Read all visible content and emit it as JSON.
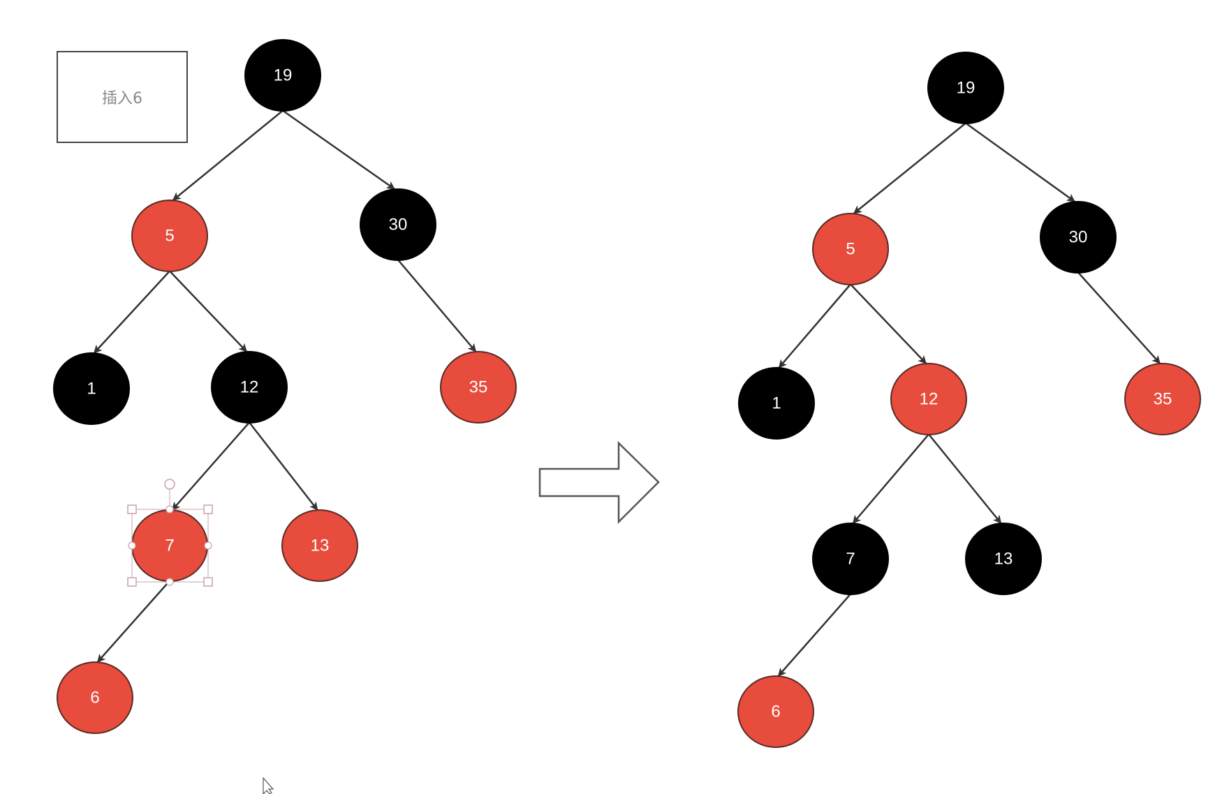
{
  "annotation": {
    "label": "插入6"
  },
  "colors": {
    "red": "#e74c3c",
    "black": "#000000",
    "edge": "#333333",
    "node_text": "#ffffff"
  },
  "before_tree": {
    "title": "before",
    "nodes": [
      {
        "id": "b19",
        "value": "19",
        "color": "black"
      },
      {
        "id": "b5",
        "value": "5",
        "color": "red"
      },
      {
        "id": "b30",
        "value": "30",
        "color": "black"
      },
      {
        "id": "b1",
        "value": "1",
        "color": "black"
      },
      {
        "id": "b12",
        "value": "12",
        "color": "black"
      },
      {
        "id": "b35",
        "value": "35",
        "color": "red"
      },
      {
        "id": "b7",
        "value": "7",
        "color": "red",
        "selected": true
      },
      {
        "id": "b13",
        "value": "13",
        "color": "red"
      },
      {
        "id": "b6",
        "value": "6",
        "color": "red"
      }
    ],
    "edges": [
      [
        "b19",
        "b5"
      ],
      [
        "b19",
        "b30"
      ],
      [
        "b5",
        "b1"
      ],
      [
        "b5",
        "b12"
      ],
      [
        "b30",
        "b35"
      ],
      [
        "b12",
        "b7"
      ],
      [
        "b12",
        "b13"
      ],
      [
        "b7",
        "b6"
      ]
    ]
  },
  "after_tree": {
    "title": "after",
    "nodes": [
      {
        "id": "a19",
        "value": "19",
        "color": "black"
      },
      {
        "id": "a5",
        "value": "5",
        "color": "red"
      },
      {
        "id": "a30",
        "value": "30",
        "color": "black"
      },
      {
        "id": "a1",
        "value": "1",
        "color": "black"
      },
      {
        "id": "a12",
        "value": "12",
        "color": "red"
      },
      {
        "id": "a35",
        "value": "35",
        "color": "red"
      },
      {
        "id": "a7",
        "value": "7",
        "color": "black"
      },
      {
        "id": "a13",
        "value": "13",
        "color": "black"
      },
      {
        "id": "a6",
        "value": "6",
        "color": "red"
      }
    ],
    "edges": [
      [
        "a19",
        "a5"
      ],
      [
        "a19",
        "a30"
      ],
      [
        "a5",
        "a1"
      ],
      [
        "a5",
        "a12"
      ],
      [
        "a30",
        "a35"
      ],
      [
        "a12",
        "a7"
      ],
      [
        "a12",
        "a13"
      ],
      [
        "a7",
        "a6"
      ]
    ]
  },
  "transition_arrow": {
    "icon": "right-arrow-icon"
  },
  "cursor": {
    "icon": "mouse-pointer-icon"
  }
}
